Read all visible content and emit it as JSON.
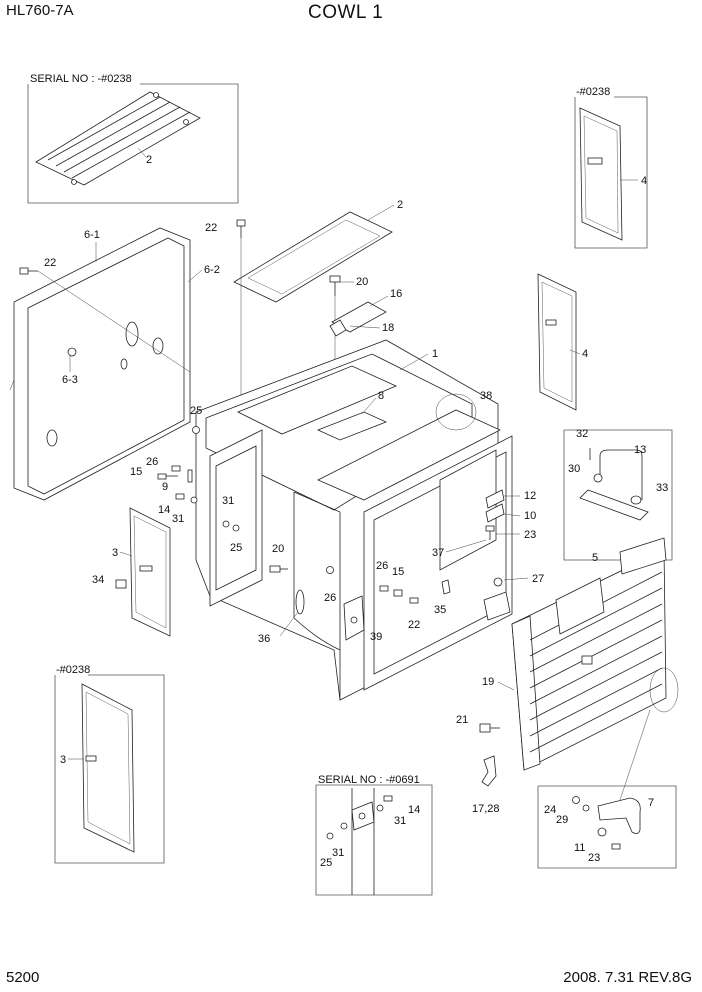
{
  "header": {
    "model": "HL760-7A",
    "title": "COWL 1"
  },
  "footer": {
    "page": "5200",
    "revision": "2008. 7.31  REV.8G"
  },
  "inset_labels": {
    "serial_top": "SERIAL NO : -#0238",
    "serial_bottom": "SERIAL NO : -#0691",
    "serial_right": "-#0238",
    "serial_left": "-#0238"
  },
  "callouts": {
    "c2a": "2",
    "c2b": "2",
    "c4a": "4",
    "c4b": "4",
    "c22a": "22",
    "c22b": "22",
    "c22c": "22",
    "c6_1": "6-1",
    "c6_2": "6-2",
    "c6_3": "6-3",
    "c20a": "20",
    "c20b": "20",
    "c16": "16",
    "c18": "18",
    "c1": "1",
    "c8": "8",
    "c38": "38",
    "c25a": "25",
    "c25b": "25",
    "c25c": "25",
    "c26a": "26",
    "c26b": "26",
    "c26c": "26",
    "c15a": "15",
    "c15b": "15",
    "c9": "9",
    "c14a": "14",
    "c14b": "14",
    "c31a": "31",
    "c31b": "31",
    "c31c": "31",
    "c31d": "31",
    "c3a": "3",
    "c3b": "3",
    "c34": "34",
    "c32": "32",
    "c13": "13",
    "c30": "30",
    "c33": "33",
    "c12": "12",
    "c10": "10",
    "c23a": "23",
    "c23b": "23",
    "c37": "37",
    "c27": "27",
    "c35": "35",
    "c39": "39",
    "c36": "36",
    "c5": "5",
    "c19": "19",
    "c21": "21",
    "c17_28": "17,28",
    "c7": "7",
    "c24": "24",
    "c29": "29",
    "c11": "11"
  }
}
